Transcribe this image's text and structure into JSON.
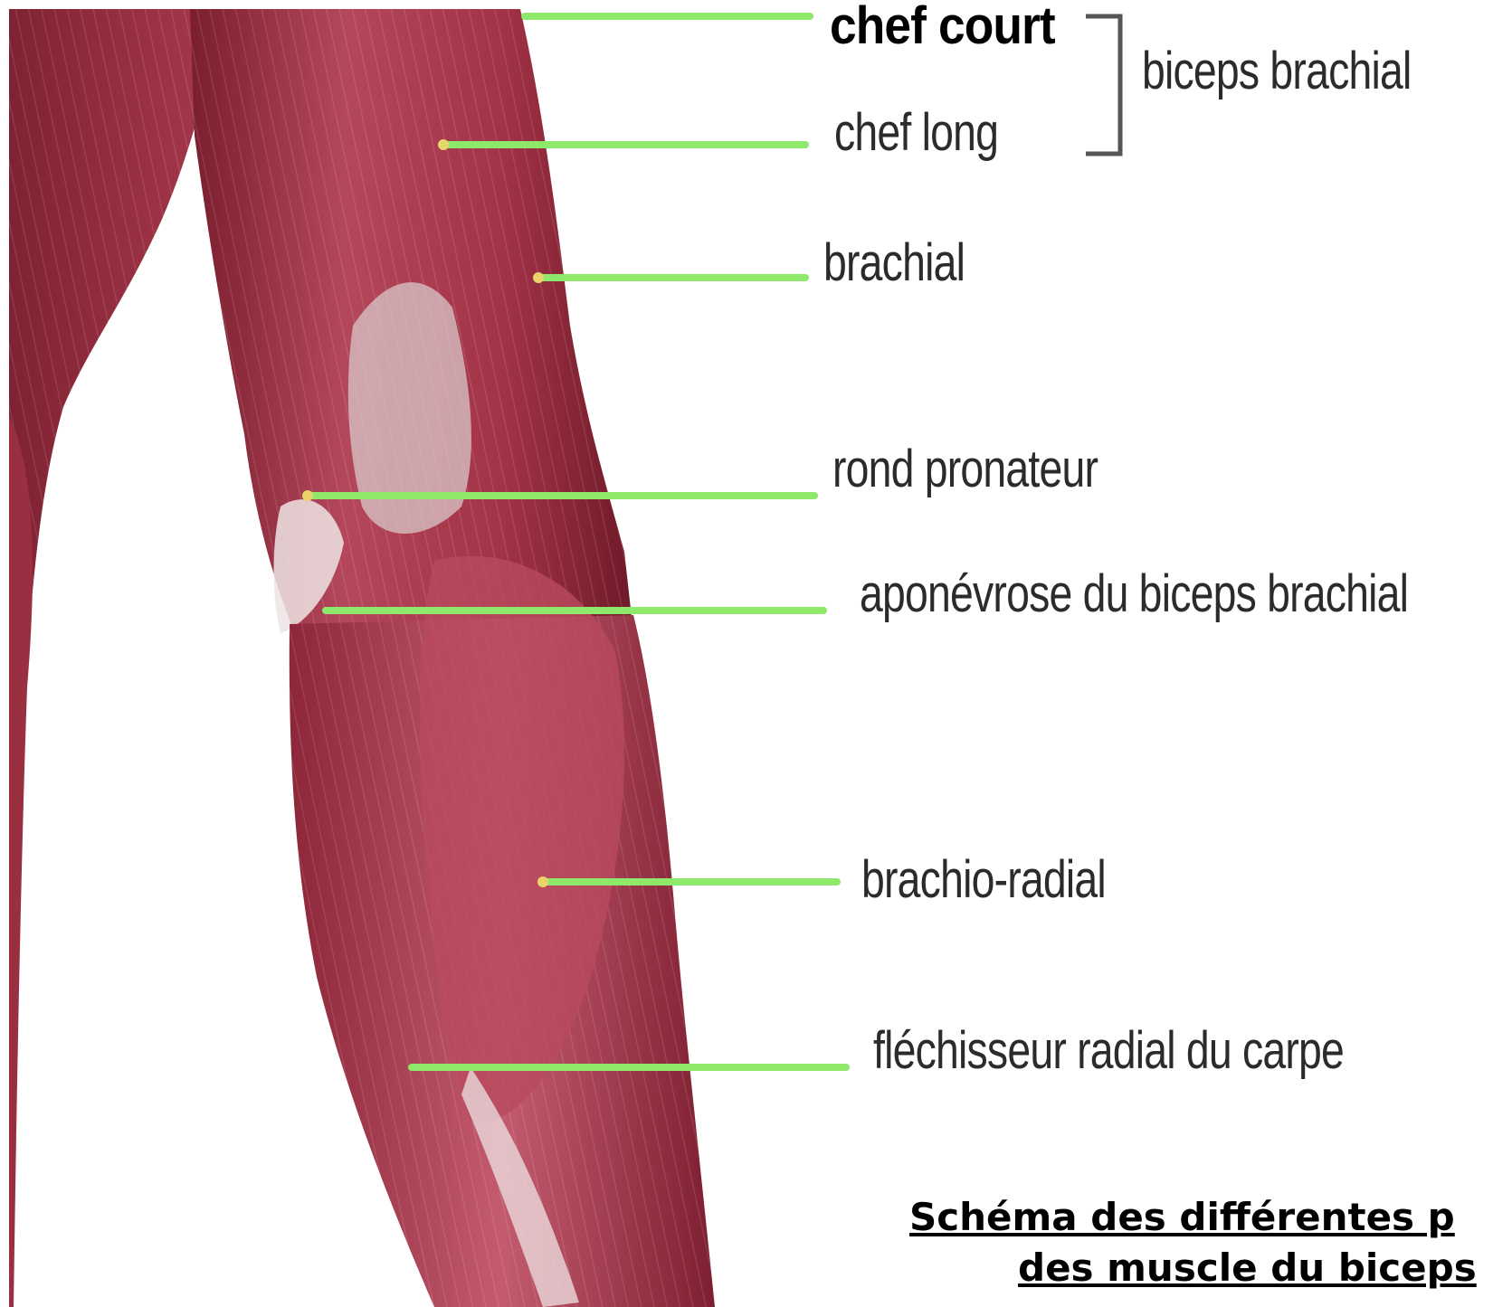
{
  "colors": {
    "muscle_dark": "#7a1e2e",
    "muscle_mid": "#a8384b",
    "muscle_light": "#c9677a",
    "tendon": "#e7dede",
    "leader_line": "#8ee86a",
    "text": "#2b2b2b"
  },
  "labels": {
    "chef_court": "chef court",
    "chef_long": "chef long",
    "biceps_brachial": "biceps brachial",
    "brachial": "brachial",
    "rond_pronateur": "rond pronateur",
    "aponevrose": "aponévrose du biceps brachial",
    "brachio_radial": "brachio-radial",
    "flechisseur": "fléchisseur radial du carpe"
  },
  "caption": {
    "line1": "Schéma des différentes p",
    "line2": "des muscle du biceps"
  }
}
